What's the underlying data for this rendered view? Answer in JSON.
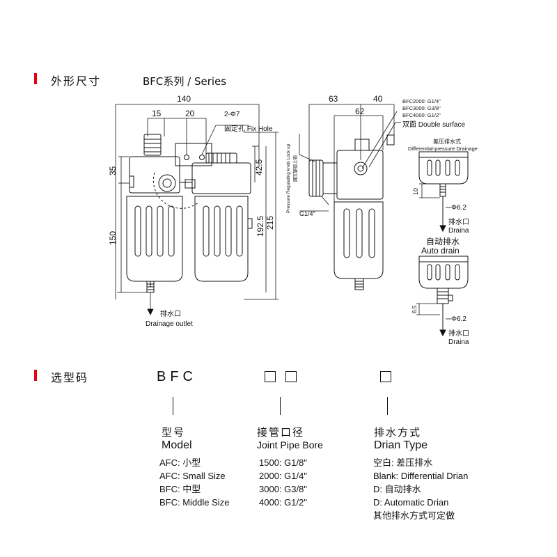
{
  "section1": {
    "title": "外形尺寸",
    "series": "BFC系列 / Series"
  },
  "drawing": {
    "dims": {
      "d140": "140",
      "d15": "15",
      "d20": "20",
      "hole": "2-Φ7",
      "fix_hole": "固定孔 Fix Hole",
      "d35": "35",
      "d150": "150",
      "d425": "42.5",
      "d1925": "192.5",
      "d215": "215",
      "d63": "63",
      "d40": "40",
      "d62": "62",
      "knob": "Pressure Regulating knob Lock up",
      "knob_zh": "调压旋钮上锁",
      "g14": "G1/4\"",
      "bfc2000": "BFC2000: G1/4\"",
      "bfc3000": "BFC3000: G3/8\"",
      "bfc4000": "BFC4000: G1/2\"",
      "double": "双面 Double surface",
      "diff_zh": "差压排水式",
      "diff_en": "Differential-pressure Drainage",
      "d10": "10",
      "phi62a": "Φ6.2",
      "drain_zh1": "排水口",
      "drain_en1": "Draina",
      "auto_zh": "自动排水",
      "auto_en": "Auto drain",
      "d85": "8.5",
      "phi62b": "Φ6.2",
      "drain_zh2": "排水口",
      "drain_en2": "Draina",
      "outlet_zh": "排水口",
      "outlet_en": "Drainage outlet"
    }
  },
  "section2": {
    "title": "选型码",
    "code": "BFC"
  },
  "columns": {
    "model": {
      "zh": "型号",
      "en": "Model",
      "items": [
        "AFC: 小型",
        "AFC:  Small Size",
        "BFC: 中型",
        "BFC:  Middle Size"
      ]
    },
    "bore": {
      "zh": "接管口径",
      "en": "Joint Pipe Bore",
      "items": [
        "1500:  G1/8\"",
        "2000:  G1/4\"",
        "3000:  G3/8\"",
        "4000:  G1/2\""
      ]
    },
    "drain": {
      "zh": "排水方式",
      "en": "Drian Type",
      "items": [
        "空白: 差压排水",
        "Blank:  Differential Drian",
        "D:  自动排水",
        "D:  Automatic Drian",
        "其他排水方式可定做"
      ]
    }
  },
  "colors": {
    "accent": "#e60012",
    "line": "#111111"
  }
}
